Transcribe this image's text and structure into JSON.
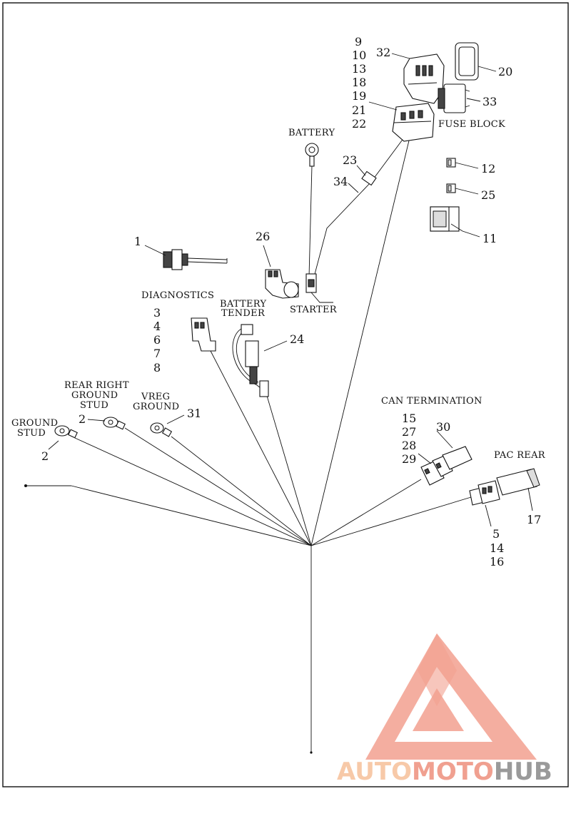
{
  "labels": {
    "fuse_block": "FUSE BLOCK",
    "battery": "BATTERY",
    "starter": "STARTER",
    "diagnostics": "DIAGNOSTICS",
    "battery_tender_1": "BATTERY",
    "battery_tender_2": "TENDER",
    "rear_right_1": "REAR RIGHT",
    "rear_right_2": "GROUND",
    "rear_right_3": "STUD",
    "vreg_1": "VREG",
    "vreg_2": "GROUND",
    "ground_stud_1": "GROUND",
    "ground_stud_2": "STUD",
    "can_termination": "CAN TERMINATION",
    "pac_rear": "PAC REAR"
  },
  "callouts": {
    "fuse_block_stack": [
      "9",
      "10",
      "13",
      "18",
      "19",
      "21",
      "22"
    ],
    "c32": "32",
    "c20": "20",
    "c33": "33",
    "c23": "23",
    "c34": "34",
    "c12": "12",
    "c25": "25",
    "c11": "11",
    "c1": "1",
    "c26": "26",
    "c24": "24",
    "diagnostics_stack": [
      "3",
      "4",
      "6",
      "7",
      "8"
    ],
    "c2_rear": "2",
    "c31": "31",
    "c2_ground": "2",
    "can_stack": [
      "15",
      "27",
      "28",
      "29"
    ],
    "c30": "30",
    "c17": "17",
    "pac_stack": [
      "5",
      "14",
      "16"
    ]
  },
  "watermark": {
    "part1": "AUTO",
    "part2": "MOTO",
    "part3": "HUB",
    "color_main": "#f0a090",
    "color_light": "#f7c9a8",
    "color_hub": "#999999"
  }
}
